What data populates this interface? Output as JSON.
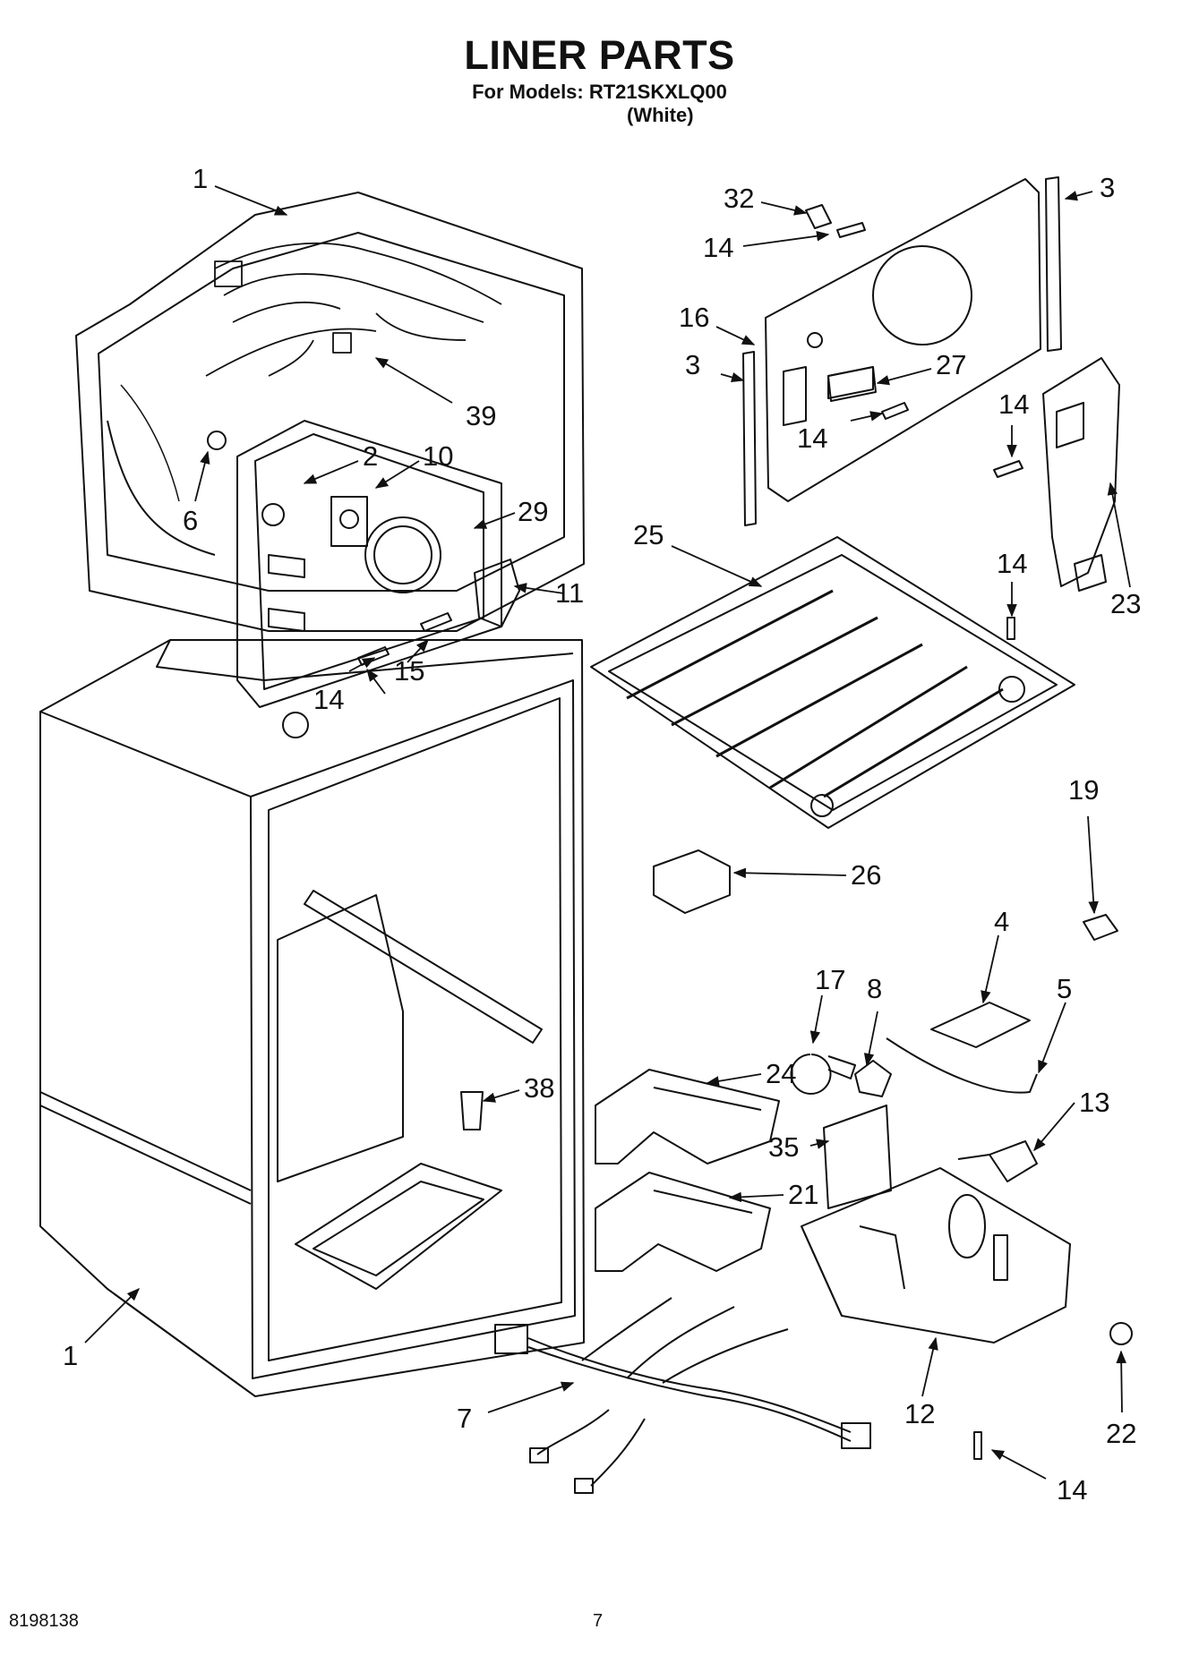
{
  "header": {
    "title": "LINER PARTS",
    "models_line": "For Models: RT21SKXLQ00",
    "variant": "(White)"
  },
  "callouts": {
    "c1a": "1",
    "c32": "32",
    "c3a": "3",
    "c14a": "14",
    "c16": "16",
    "c3b": "3",
    "c27": "27",
    "c14b": "14",
    "c14c": "14",
    "c2": "2",
    "c10": "10",
    "c39": "39",
    "c6": "6",
    "c29": "29",
    "c25": "25",
    "c23": "23",
    "c11": "11",
    "c14d": "14",
    "c15": "15",
    "c14e": "14",
    "c19": "19",
    "c26": "26",
    "c4": "4",
    "c17": "17",
    "c8": "8",
    "c5": "5",
    "c24": "24",
    "c38": "38",
    "c13": "13",
    "c35": "35",
    "c21": "21",
    "c1b": "1",
    "c7": "7",
    "c12": "12",
    "c22": "22",
    "c14f": "14"
  },
  "footer": {
    "doc_number": "8198138",
    "page_number": "7"
  }
}
